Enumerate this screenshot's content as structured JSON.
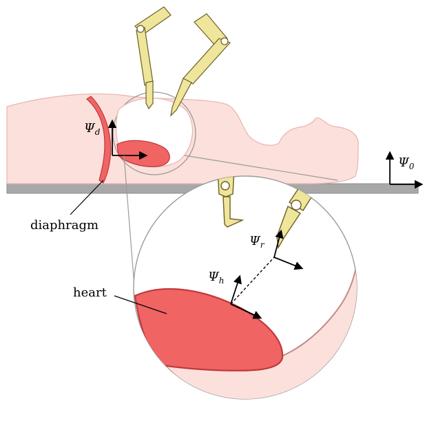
{
  "labels": {
    "diaphragm": "diaphragm",
    "heart": "heart"
  },
  "frames": {
    "diaphragm_frame": {
      "symbol": "Ψ",
      "subscript": "d"
    },
    "heart_frame": {
      "symbol": "Ψ",
      "subscript": "h"
    },
    "robot_frame": {
      "symbol": "Ψ",
      "subscript": "r"
    },
    "base_frame": {
      "symbol": "Ψ",
      "subscript": "0"
    }
  },
  "colors": {
    "body_fill": "#fbe0dc",
    "body_stroke": "#e8b4ae",
    "organ_fill": "#f06464",
    "organ_stroke": "#c0393b",
    "robot_fill": "#efe59b",
    "robot_stroke": "#6b5e22",
    "table_fill": "#a8a8a8",
    "zoom_stroke": "#9a9a9a"
  }
}
